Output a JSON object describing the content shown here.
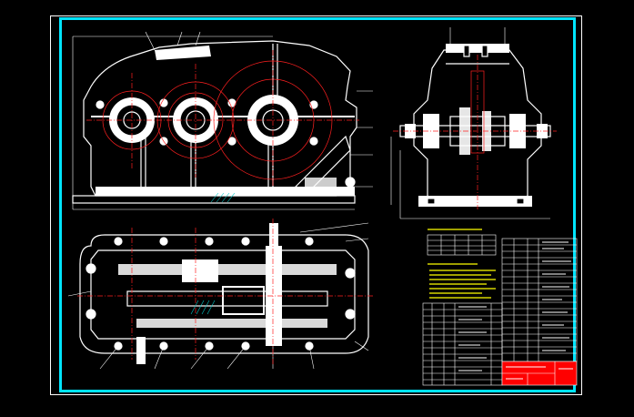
{
  "colors": {
    "background": "#000000",
    "border_outer": "#ffffff",
    "border_frame": "#00e5ff",
    "outline": "#ffffff",
    "centerline": "#ff2020",
    "notes_text": "#ffff00",
    "section_hatch": "#00c8c8",
    "title_block_fill": "#ff0000"
  },
  "views": [
    {
      "name": "front-view"
    },
    {
      "name": "side-view"
    },
    {
      "name": "top-view"
    }
  ],
  "tables": {
    "characteristics_rows": 5,
    "parts_list_rows": 20
  }
}
